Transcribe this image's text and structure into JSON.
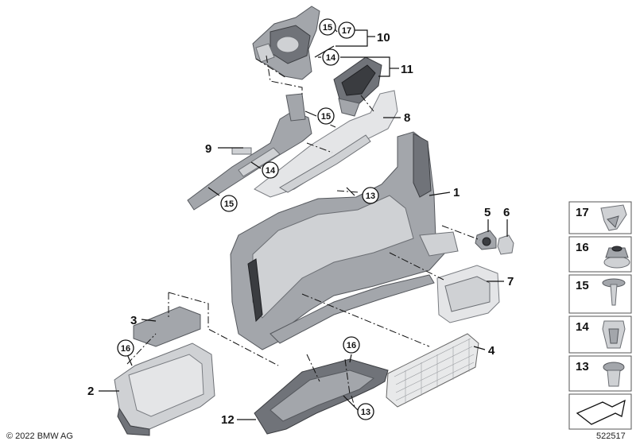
{
  "callouts": {
    "c1": "1",
    "c2": "2",
    "c3": "3",
    "c4": "4",
    "c5": "5",
    "c6": "6",
    "c7": "7",
    "c8": "8",
    "c9": "9",
    "c10": "10",
    "c11": "11",
    "c12": "12"
  },
  "circled": {
    "c15a": "15",
    "c17a": "17",
    "c14a": "14",
    "c15b": "15",
    "c14b": "14",
    "c15c": "15",
    "c13a": "13",
    "c16a": "16",
    "c16b": "16",
    "c13b": "13"
  },
  "legend": {
    "n17": "17",
    "n16": "16",
    "n15": "15",
    "n14": "14",
    "n13": "13"
  },
  "footer": {
    "copyright": "© 2022 BMW AG",
    "diagram_number": "522517"
  }
}
